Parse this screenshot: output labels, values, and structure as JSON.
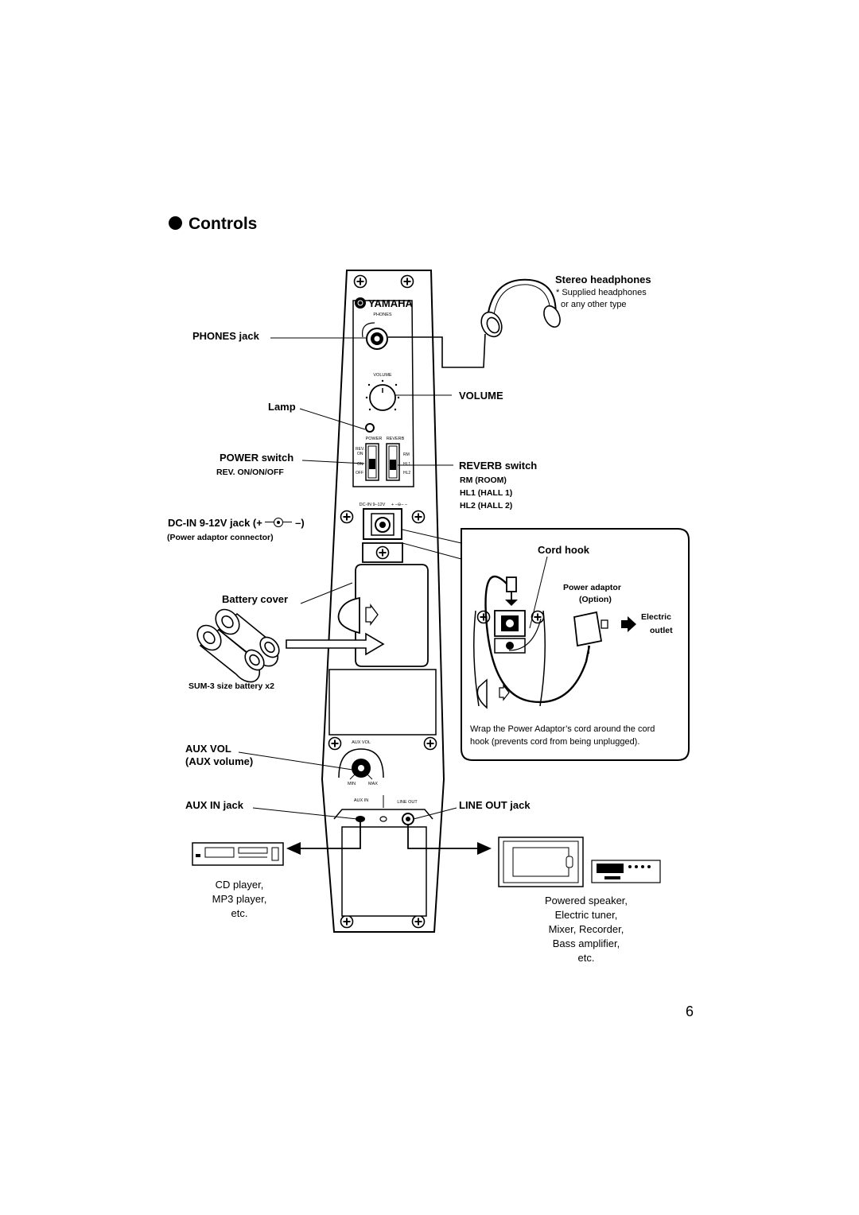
{
  "section": {
    "title": "Controls"
  },
  "labels": {
    "stereo_headphones": "Stereo headphones",
    "headphones_note_1": "* Supplied headphones",
    "headphones_note_2": "or any other type",
    "phones_jack": "PHONES jack",
    "volume": "VOLUME",
    "lamp": "Lamp",
    "power_switch": "POWER switch",
    "power_switch_sub": "REV. ON/ON/OFF",
    "reverb_switch": "REVERB switch",
    "reverb_rm": "RM (ROOM)",
    "reverb_hl1": "HL1 (HALL 1)",
    "reverb_hl2": "HL2 (HALL 2)",
    "dcin_jack": "DC-IN 9-12V jack (+",
    "dcin_jack_end": "–)",
    "dcin_sub": "(Power adaptor connector)",
    "cord_hook": "Cord hook",
    "power_adaptor": "Power adaptor",
    "power_adaptor_option": "(Option)",
    "electric": "Electric",
    "outlet": "outlet",
    "battery_cover": "Battery cover",
    "battery": "SUM-3 size battery x2",
    "cord_note_1": "Wrap the Power Adaptor’s cord around the cord",
    "cord_note_2": "hook (prevents cord from being unplugged).",
    "aux_vol": "AUX VOL",
    "aux_volume": "(AUX volume)",
    "aux_in_jack": "AUX IN jack",
    "line_out_jack": "LINE OUT jack"
  },
  "panel_text": {
    "brand": "YAMAHA",
    "phones": "PHONES",
    "volume": "VOLUME",
    "power": "POWER",
    "reverb": "REVERB",
    "rev_on_1": "REV.",
    "rev_on_2": "ON",
    "on": "ON",
    "off": "OFF",
    "rm": "RM",
    "hl1": "HL1",
    "hl2": "HL2",
    "dcin": "DC-IN 9–12V",
    "aux_vol": "AUX VOL",
    "min": "MIN",
    "max": "MAX",
    "aux_in": "AUX IN",
    "line_out": "LINE OUT"
  },
  "sources": [
    "CD player,",
    "MP3 player,",
    "etc."
  ],
  "destinations": [
    "Powered speaker,",
    "Electric tuner,",
    "Mixer, Recorder,",
    "Bass amplifier,",
    "etc."
  ],
  "page_number": "6"
}
